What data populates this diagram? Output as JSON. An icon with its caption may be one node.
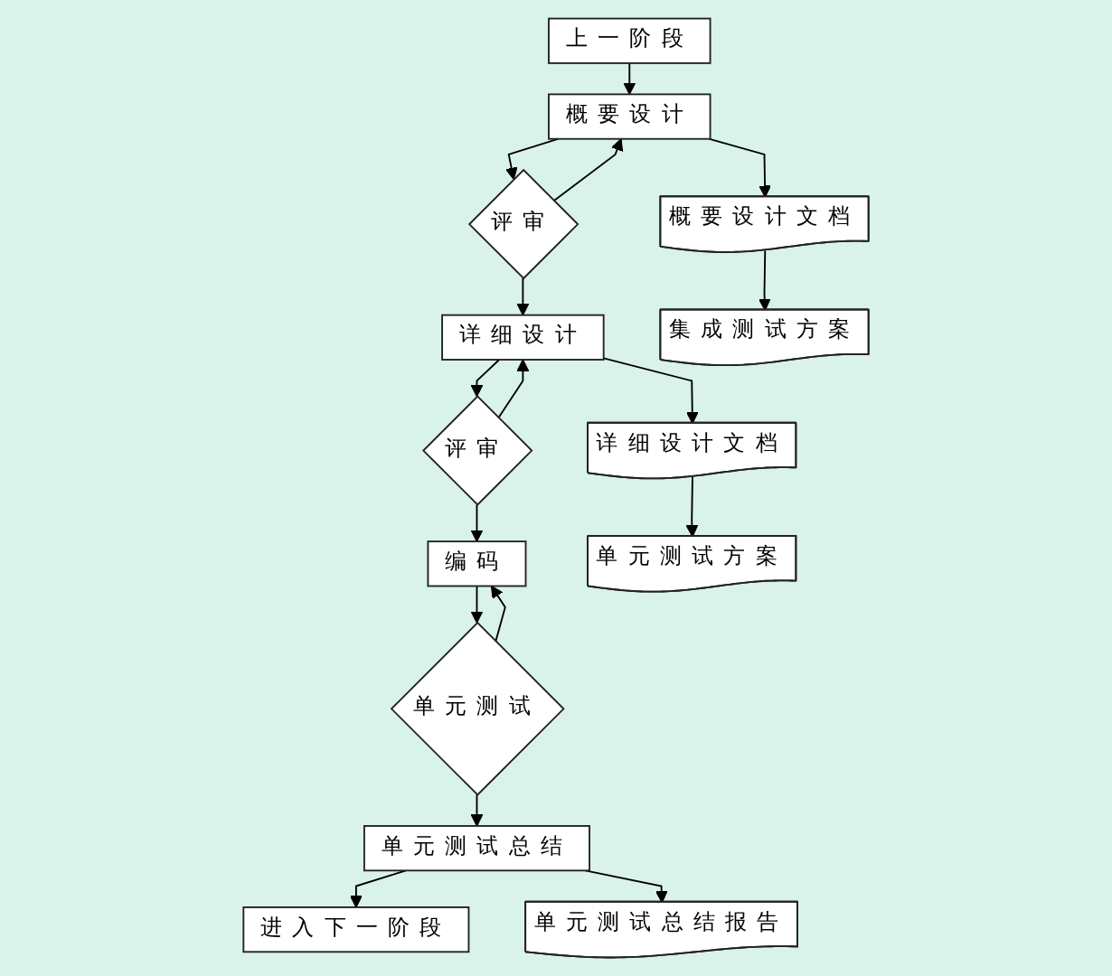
{
  "diagram": {
    "nodes": [
      {
        "text": [
          "上一阶段"
        ]
      },
      {
        "text": [
          "概要设计"
        ]
      },
      {
        "text": [
          "评审"
        ]
      },
      {
        "text": [
          "详细设计"
        ]
      },
      {
        "text": [
          "评审"
        ]
      },
      {
        "text": [
          "编码"
        ]
      },
      {
        "text": [
          "单元测试"
        ]
      },
      {
        "text": [
          "单元测试总结"
        ]
      },
      {
        "text": [
          "进入下一阶段"
        ]
      },
      {
        "text": [
          "概要设计文档"
        ]
      },
      {
        "text": [
          "集成测试方案"
        ]
      },
      {
        "text": [
          "详细设计文档"
        ]
      },
      {
        "text": [
          "单元测试方案"
        ]
      },
      {
        "text": [
          "单元测试总结报告"
        ]
      }
    ],
    "edges": [
      {
        "from": 0,
        "to": 1,
        "arrow": "to"
      },
      {
        "from": 1,
        "to": 2,
        "arrow": "to"
      },
      {
        "from": 2,
        "to": 1,
        "arrow": "to"
      },
      {
        "from": 2,
        "to": 3,
        "arrow": "to"
      },
      {
        "from": 3,
        "to": 4,
        "arrow": "to"
      },
      {
        "from": 4,
        "to": 3,
        "arrow": "to"
      },
      {
        "from": 4,
        "to": 5,
        "arrow": "to"
      },
      {
        "from": 5,
        "to": 6,
        "arrow": "to"
      },
      {
        "from": 6,
        "to": 5,
        "arrow": "to"
      },
      {
        "from": 6,
        "to": 7,
        "arrow": "to"
      },
      {
        "from": 7,
        "to": 8,
        "arrow": "to"
      },
      {
        "from": 1,
        "to": 9,
        "arrow": "to"
      },
      {
        "from": 9,
        "to": 10,
        "arrow": "to"
      },
      {
        "from": 3,
        "to": 11,
        "arrow": "to"
      },
      {
        "from": 11,
        "to": 12,
        "arrow": "to"
      },
      {
        "from": 7,
        "to": 13,
        "arrow": "to"
      }
    ]
  }
}
